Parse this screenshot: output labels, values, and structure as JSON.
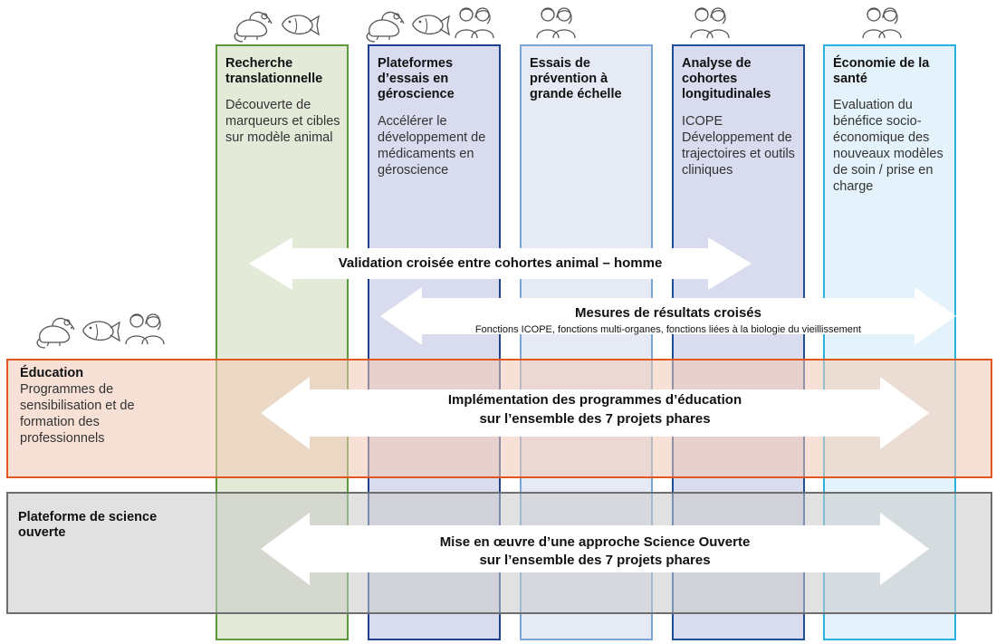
{
  "columns": [
    {
      "title": "Recherche translationnelle",
      "body": "Découverte de marqueurs et cibles sur modèle animal",
      "icons": [
        "rat-icon",
        "fish-icon"
      ]
    },
    {
      "title": "Plateformes d’essais en géroscience",
      "body": "Accélérer le développement de médicaments en géroscience",
      "icons": [
        "rat-icon",
        "fish-icon",
        "people-icon"
      ]
    },
    {
      "title": "Essais de prévention à grande échelle",
      "body": "",
      "icons": [
        "people-icon"
      ]
    },
    {
      "title": "Analyse de cohortes longitudinales",
      "body": "ICOPE Développement de trajectoires et outils cliniques",
      "icons": [
        "people-icon"
      ]
    },
    {
      "title": "Économie de la santé",
      "body": "Evaluation du bénéfice socio-économique des nouveaux modèles de soin / prise en charge",
      "icons": [
        "people-icon"
      ]
    }
  ],
  "arrows": {
    "validation": "Validation croisée entre cohortes animal – homme",
    "mesures_title": "Mesures de résultats croisés",
    "mesures_sub": "Fonctions ICOPE, fonctions multi-organes, fonctions liées à la biologie du vieillissement",
    "education_line1": "Implémentation des programmes d’éducation",
    "education_line2": "sur l’ensemble des 7 projets phares",
    "science_line1": "Mise en œuvre d’une approche Science Ouverte",
    "science_line2": "sur l’ensemble des 7 projets phares"
  },
  "bands": {
    "education": {
      "title": "Éducation",
      "body": "Programmes de sensibilisation et de formation des professionnels"
    },
    "science": {
      "title": "Plateforme de science ouverte"
    }
  },
  "left_icons": [
    "rat-icon",
    "fish-icon",
    "people-icon"
  ],
  "colors": {
    "col1_border": "#5a9a3a",
    "col1_fill": "#e4ead8",
    "col2_border": "#1f3f8f",
    "col2_fill": "#d9dcee",
    "col3_border": "#7aa6d6",
    "col3_fill": "#e6eaf5",
    "col4_border": "#1f4f96",
    "col4_fill": "#d9dcee",
    "col5_border": "#29b1e0",
    "col5_fill": "#e4f3fb",
    "education_border": "#e2571e",
    "education_fill": "#f3d8c8",
    "science_border": "#6e6e6e",
    "science_fill": "#dcdcdc"
  }
}
